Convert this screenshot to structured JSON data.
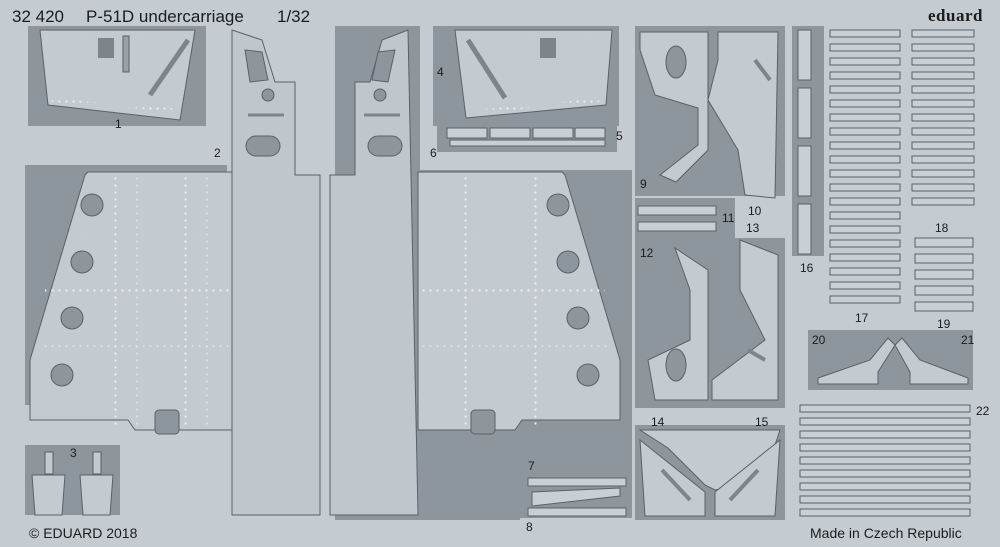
{
  "header": {
    "code": "32 420",
    "title": "P-51D undercarriage",
    "scale": "1/32",
    "brand": "eduard"
  },
  "footer": {
    "copyright": "© EDUARD 2018",
    "origin": "Made in Czech Republic"
  },
  "part_numbers": [
    "1",
    "2",
    "3",
    "4",
    "5",
    "6",
    "7",
    "8",
    "9",
    "10",
    "11",
    "12",
    "13",
    "14",
    "15",
    "16",
    "17",
    "18",
    "19",
    "20",
    "21",
    "22"
  ],
  "colors": {
    "fret": "#c4ccd2",
    "recess": "#8d959c",
    "part": "#bfc7cd",
    "line": "#5a6168",
    "rivet": "#e9edf0"
  }
}
